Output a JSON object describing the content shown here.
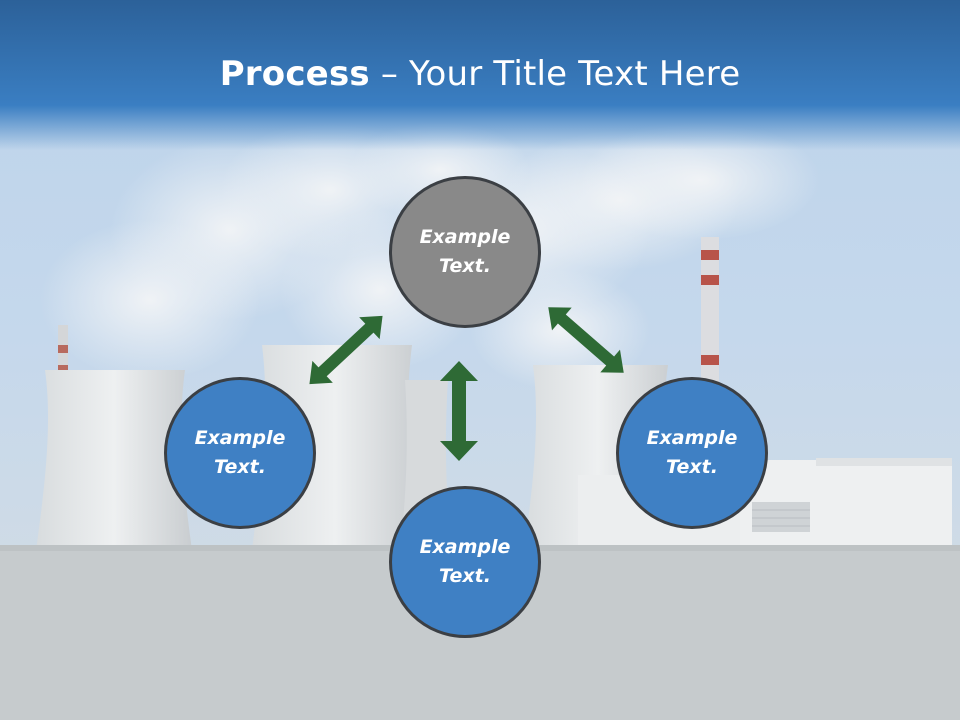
{
  "title": {
    "bold": "Process",
    "rest": " – Your Title Text Here"
  },
  "circles": {
    "top": {
      "line1": "Example",
      "line2": "Text."
    },
    "left": {
      "line1": "Example",
      "line2": "Text."
    },
    "right": {
      "line1": "Example",
      "line2": "Text."
    },
    "bottom": {
      "line1": "Example",
      "line2": "Text."
    }
  },
  "colors": {
    "header_blue": "#3a7ec2",
    "circle_blue": "#3f80c4",
    "circle_gray": "#898989",
    "arrow_green": "#2e6a35"
  }
}
